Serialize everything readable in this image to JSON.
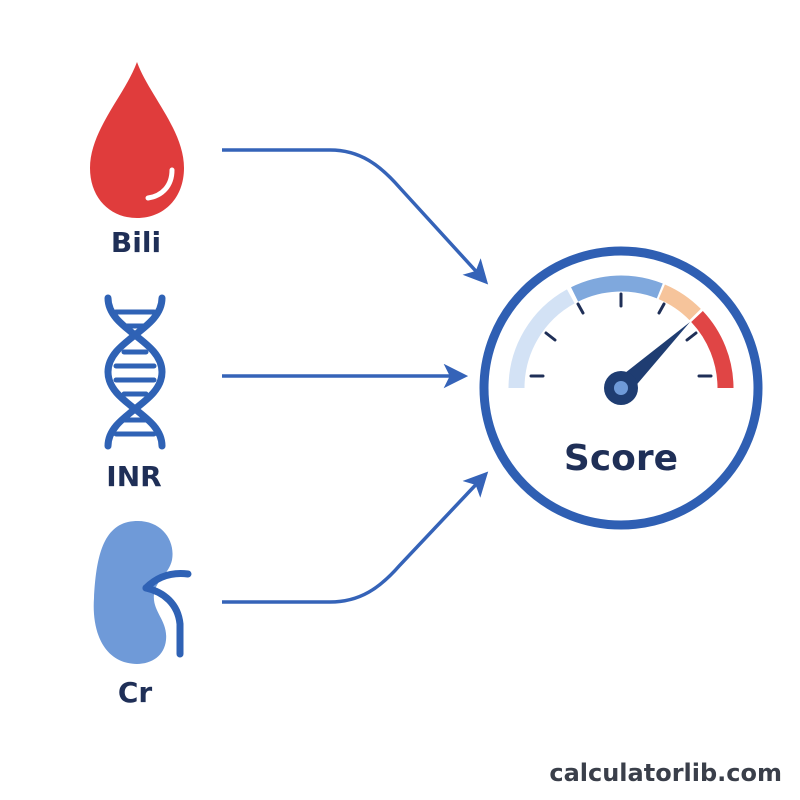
{
  "inputs": [
    {
      "label": "Bili",
      "icon": "blood-drop-icon"
    },
    {
      "label": "INR",
      "icon": "dna-helix-icon"
    },
    {
      "label": "Cr",
      "icon": "kidney-icon"
    }
  ],
  "output": {
    "label": "Score",
    "icon": "gauge-icon"
  },
  "footer": {
    "site": "calculatorlib.com"
  },
  "colors": {
    "blood": "#e03c3c",
    "dna": "#2f62b5",
    "kidney": "#6f9ad8",
    "arrow": "#3563b8",
    "gauge_ring": "#2f5fb3",
    "gauge_light": "#d3e2f5",
    "gauge_mid": "#7fa8dd",
    "gauge_warn": "#f6c49b",
    "gauge_high": "#e04545",
    "needle": "#1f3d72",
    "text": "#1f2f57"
  }
}
